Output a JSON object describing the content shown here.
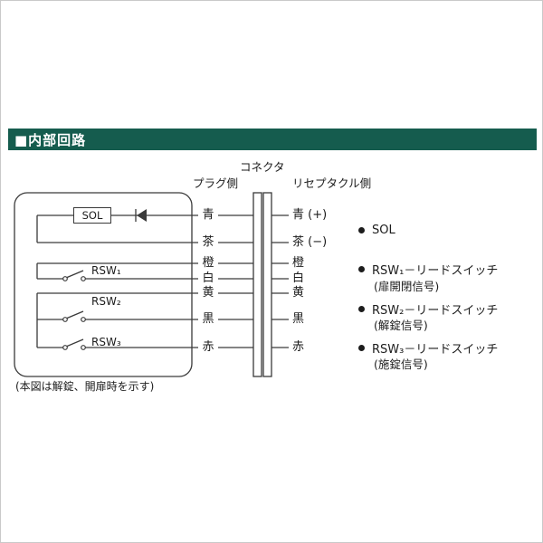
{
  "header": {
    "title": "■内部回路",
    "accent_color": "#155c4e"
  },
  "diagram": {
    "connector_label": "コネクタ",
    "plug_side_label": "プラグ側",
    "receptacle_side_label": "リセプタクル側",
    "sol_label": "SOL",
    "switch_labels": [
      "RSW₁",
      "RSW₂",
      "RSW₃"
    ],
    "left_wires": [
      "青",
      "茶",
      "橙",
      "白",
      "黄",
      "黒",
      "赤"
    ],
    "right_wires": [
      "青 (+)",
      "茶 (−)",
      "橙",
      "白",
      "黄",
      "黒",
      "赤"
    ],
    "note": "(本図は解錠、開扉時を示す)"
  },
  "legend": {
    "items": [
      {
        "label": "SOL",
        "sub": ""
      },
      {
        "label": "RSW₁－リードスイッチ",
        "sub": "(扉開閉信号)"
      },
      {
        "label": "RSW₂－リードスイッチ",
        "sub": "(解錠信号)"
      },
      {
        "label": "RSW₃－リードスイッチ",
        "sub": "(施錠信号)"
      }
    ]
  }
}
